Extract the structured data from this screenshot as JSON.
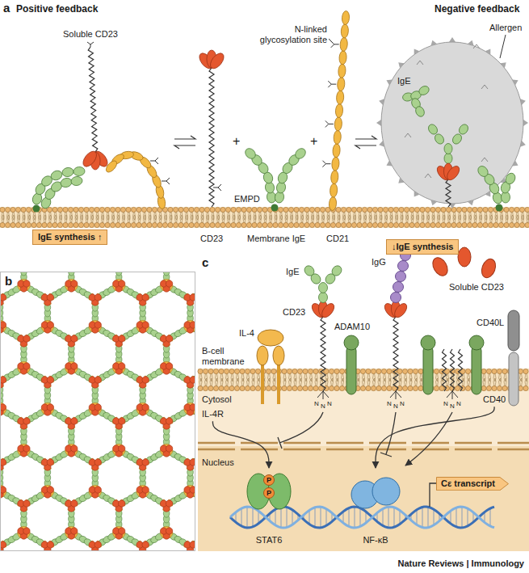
{
  "diagram": {
    "nodes": [
      {
        "text": [
          "IgE synthesis ↑"
        ]
      },
      {
        "text": [
          "↓IgE synthesis"
        ]
      },
      {
        "text": [
          "IL-4R"
        ]
      },
      {
        "text": [
          "CD40"
        ]
      },
      {
        "text": [
          "STAT6"
        ]
      },
      {
        "text": [
          "NF-κB"
        ]
      },
      {
        "text": [
          "Cε transcript"
        ]
      }
    ],
    "edges": [
      {
        "from": 2,
        "to": 4,
        "arrow": "to"
      },
      {
        "from": 3,
        "to": 5,
        "arrow": "to"
      }
    ],
    "labels": [
      "a",
      "Positive feedback",
      "Negative feedback",
      "Soluble CD23",
      "N-linked glycosylation site",
      "Allergen",
      "IgE",
      "EMPD",
      "+",
      "+",
      "CD23",
      "Membrane IgE",
      "CD21",
      "b",
      "c",
      "IgE",
      "IgG",
      "Soluble CD23",
      "CD23",
      "ADAM10",
      "IL-4",
      "CD40L",
      "B-cell membrane",
      "Cytosol",
      "Nucleus",
      "N",
      "N",
      "N",
      "N",
      "N",
      "N",
      "N",
      "N",
      "N",
      "P",
      "P",
      "Nature Reviews | Immunology"
    ]
  }
}
